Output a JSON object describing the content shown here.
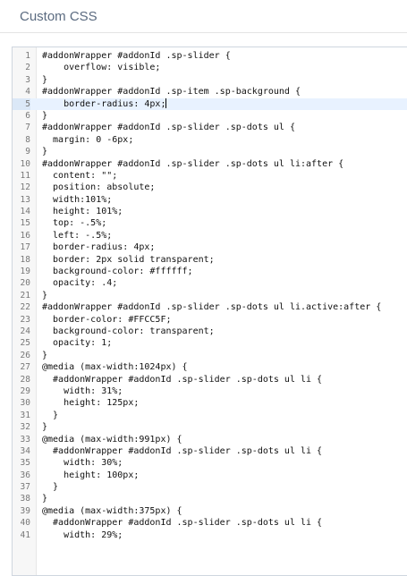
{
  "panel": {
    "title": "Custom CSS"
  },
  "editor": {
    "active_line": 5,
    "lines": [
      "#addonWrapper #addonId .sp-slider {",
      "    overflow: visible;",
      "}",
      "#addonWrapper #addonId .sp-item .sp-background {",
      "    border-radius: 4px;",
      "}",
      "#addonWrapper #addonId .sp-slider .sp-dots ul {",
      "  margin: 0 -6px;",
      "}",
      "#addonWrapper #addonId .sp-slider .sp-dots ul li:after {",
      "  content: \"\";",
      "  position: absolute;",
      "  width:101%;",
      "  height: 101%;",
      "  top: -.5%;",
      "  left: -.5%;",
      "  border-radius: 4px;",
      "  border: 2px solid transparent;",
      "  background-color: #ffffff;",
      "  opacity: .4;",
      "}",
      "#addonWrapper #addonId .sp-slider .sp-dots ul li.active:after {",
      "  border-color: #FFCC5F;",
      "  background-color: transparent;",
      "  opacity: 1;",
      "}",
      "@media (max-width:1024px) {",
      "  #addonWrapper #addonId .sp-slider .sp-dots ul li {",
      "    width: 31%;",
      "    height: 125px;",
      "  }",
      "}",
      "@media (max-width:991px) {",
      "  #addonWrapper #addonId .sp-slider .sp-dots ul li {",
      "    width: 30%;",
      "    height: 100px;",
      "  }",
      "}",
      "@media (max-width:375px) {",
      "  #addonWrapper #addonId .sp-slider .sp-dots ul li {",
      "    width: 29%;"
    ]
  }
}
